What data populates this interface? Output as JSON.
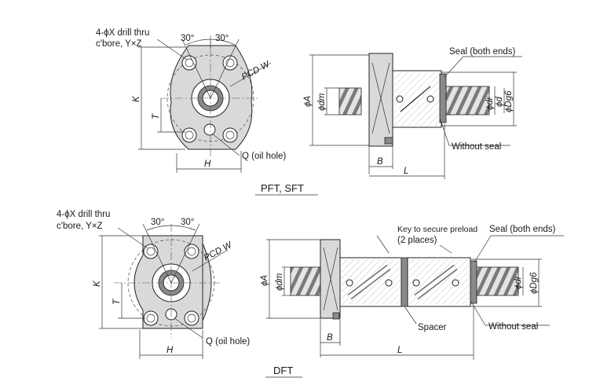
{
  "top": {
    "drill_label": "4-ϕX drill thru",
    "cbore_label": "c'bore, Y×Z",
    "angle_left": "30°",
    "angle_right": "30°",
    "pcd_label": "PCD W",
    "k_label": "K",
    "t_label": "T",
    "h_label": "H",
    "oil_hole_label": "Q (oil hole)",
    "seal_label": "Seal (both ends)",
    "without_seal_label": "Without seal",
    "a_label": "ϕA",
    "dm_label": "ϕdm",
    "dr_label": "ϕdr",
    "d_label": "ϕd",
    "dg6_label": "ϕDg6",
    "b_label": "B",
    "l_label": "L",
    "caption": "PFT, SFT"
  },
  "bottom": {
    "drill_label": "4-ϕX drill thru",
    "cbore_label": "c'bore, Y×Z",
    "angle_left": "30°",
    "angle_right": "30°",
    "pcd_label": "PCD W",
    "k_label": "K",
    "t_label": "T",
    "h_label": "H",
    "oil_hole_label": "Q (oil hole)",
    "key_label_1": "Key to secure preload",
    "key_label_2": "(2 places)",
    "seal_label": "Seal (both ends)",
    "spacer_label": "Spacer",
    "without_seal_label": "Without seal",
    "a_label": "ϕA",
    "dm_label": "ϕdm",
    "dr_label": "ϕdr",
    "dg6_label": "ϕDg6",
    "b_label": "B",
    "l_label": "L",
    "caption": "DFT"
  }
}
